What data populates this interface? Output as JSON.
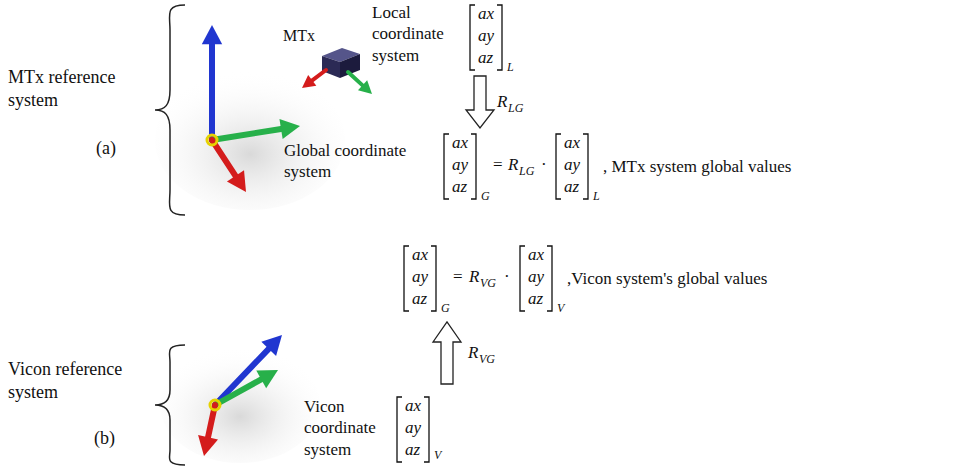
{
  "diagram": {
    "labels": [
      "MTx reference system",
      "(a)",
      "MTx",
      "Local coordinate system",
      "ax",
      "ay",
      "az",
      "L",
      "R",
      "LG",
      "Global coordinate system",
      "ax",
      "ay",
      "az",
      "G",
      "=",
      "R",
      "LG",
      "·",
      "ax",
      "ay",
      "az",
      "L",
      ", MTx system global values",
      "ax",
      "ay",
      "az",
      "G",
      "=",
      "R",
      "VG",
      "·",
      "ax",
      "ay",
      "az",
      "V",
      ",Vicon system's global values",
      "R",
      "VG",
      "Vicon reference system",
      "(b)",
      "Vicon coordinate system",
      "ax",
      "ay",
      "az",
      "V"
    ]
  }
}
